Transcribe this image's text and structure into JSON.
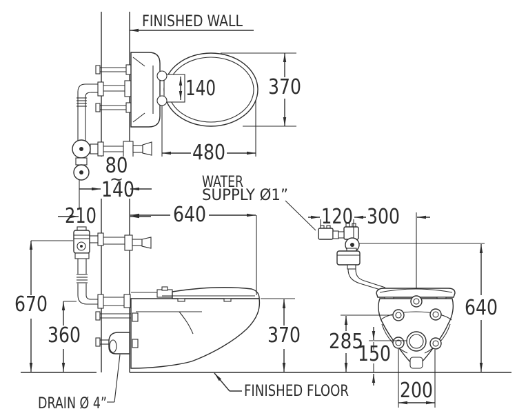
{
  "drawing": {
    "labels": {
      "finished_wall": "FINISHED WALL",
      "finished_floor": "FINISHED FLOOR",
      "water_supply_line1": "WATER",
      "water_supply_line2": "SUPPLY Ø1”",
      "drain": "DRAIN Ø 4”"
    },
    "dims": {
      "hinge_spacing": "140",
      "seat_width_plan": "370",
      "seat_length": "480",
      "wall_min": "80",
      "wall_tilde": "~",
      "wall_max": "140",
      "supply_to_wall": "210",
      "depth_from_wall": "640",
      "flush_valve_height": "670",
      "inlet_height": "360",
      "rim_height": "370",
      "supply_to_spud": "120",
      "spud_to_centerline": "300",
      "valve_height_front": "640",
      "bolt_height": "285",
      "outlet_height": "150",
      "bolt_spacing": "200"
    },
    "colors": {
      "line": "#2d2d2d",
      "background": "#ffffff"
    }
  }
}
